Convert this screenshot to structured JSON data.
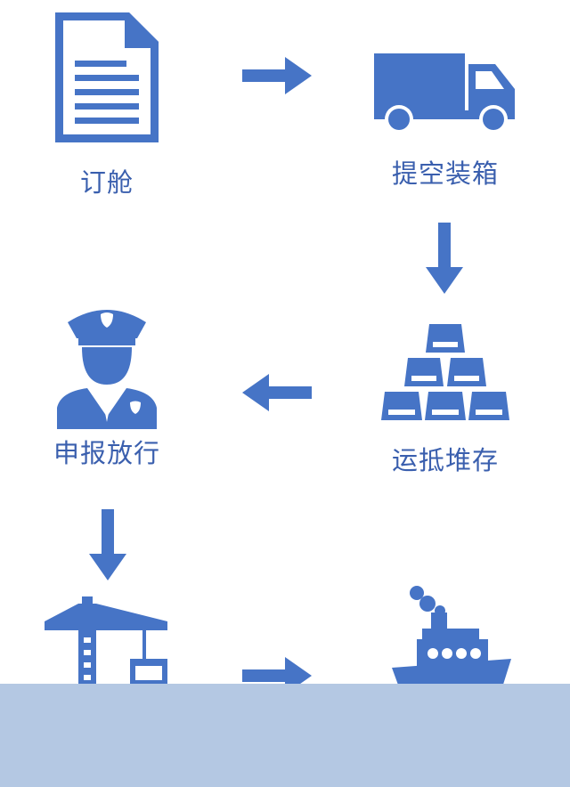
{
  "steps": {
    "booking": "订舱",
    "pickup": "提空装箱",
    "stacking": "运抵堆存",
    "customs": "申报放行"
  },
  "icons": {
    "document": "document-icon",
    "truck": "truck-icon",
    "containers": "container-stack-icon",
    "officer": "customs-officer-icon",
    "crane": "port-crane-icon",
    "ship": "cargo-ship-icon"
  },
  "colors": {
    "primary": "#4674c6",
    "label": "#3a5fae",
    "overlay": "#b4c8e3",
    "background": "#ffffff"
  }
}
